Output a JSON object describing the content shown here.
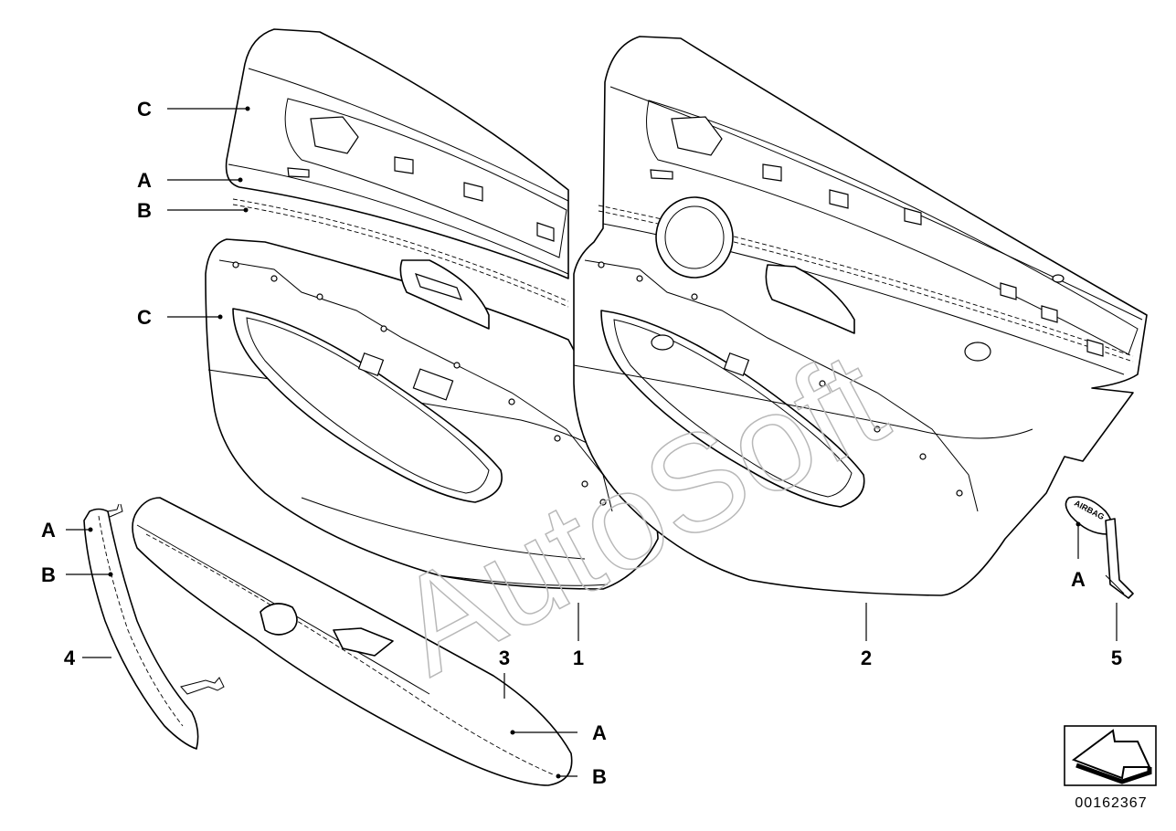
{
  "labels": {
    "c_top": "C",
    "a_top": "A",
    "b_top": "B",
    "c_mid": "C",
    "a_trim4": "A",
    "b_trim4": "B",
    "num_4": "4",
    "num_3": "3",
    "num_1": "1",
    "num_2": "2",
    "num_5": "5",
    "a_trim3": "A",
    "b_trim3": "B",
    "a_clip": "A"
  },
  "watermark": "AutoSoft",
  "airbag_tag": "AIRBAG",
  "reference_number": "00162367"
}
